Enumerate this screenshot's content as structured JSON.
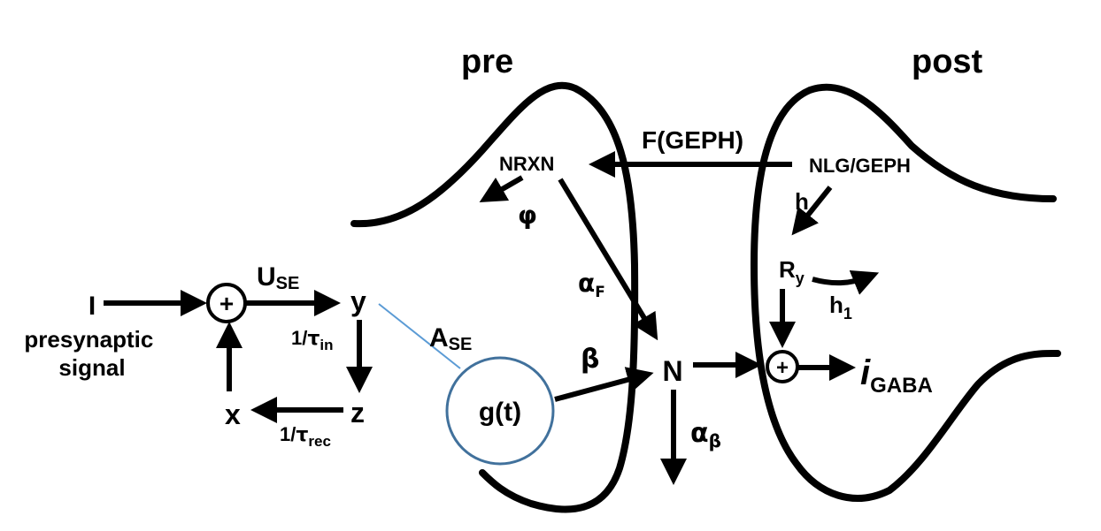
{
  "labels": {
    "pre": "pre",
    "post": "post",
    "input": "I",
    "presynaptic_line1": "presynaptic",
    "presynaptic_line2": "signal",
    "use_main": "U",
    "use_sub": "SE",
    "y": "y",
    "z": "z",
    "x": "x",
    "tau_in_prefix": "1/",
    "tau_in_symbol": "τ",
    "tau_in_sub": "in",
    "tau_rec_prefix": "1/",
    "tau_rec_symbol": "τ",
    "tau_rec_sub": "rec",
    "ase_main": "A",
    "ase_sub": "SE",
    "gt": "g(t)",
    "beta": "β",
    "n": "N",
    "alpha_beta_main": "α",
    "alpha_beta_sub": "β",
    "nrxn": "NRXN",
    "phi": "φ",
    "alpha_f_main": "α",
    "alpha_f_sub": "F",
    "fgeph": "F(GEPH)",
    "nlg": "NLG/GEPH",
    "h": "h",
    "ry_main": "R",
    "ry_sub": "y",
    "h1_main": "h",
    "h1_sub": "1",
    "igaba_main": "i",
    "igaba_sub": "GABA",
    "plus_symbol": "+"
  },
  "colors": {
    "ink": "#000000",
    "gt_circle": "#41719c",
    "connector": "#5b9bd5"
  }
}
